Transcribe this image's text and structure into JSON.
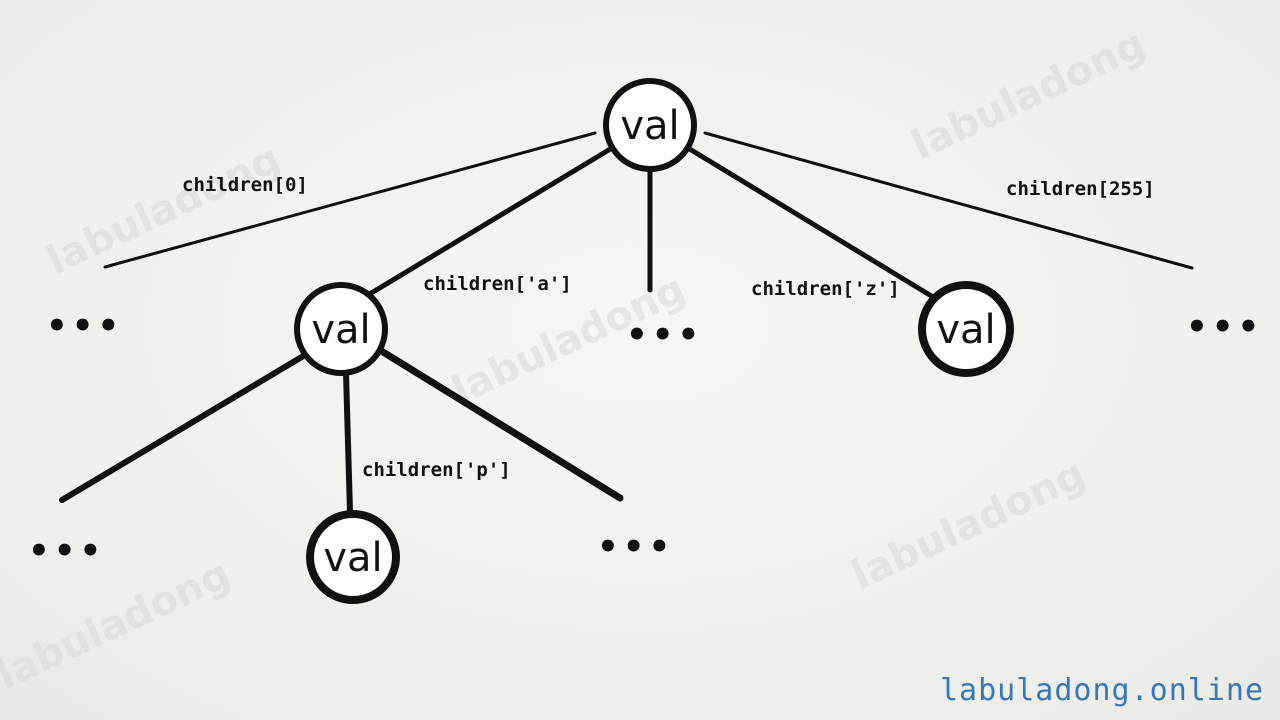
{
  "watermark_text": "labuladong",
  "footer": {
    "brand": "labuladong.online"
  },
  "tree": {
    "node_label": "val",
    "ellipsis": "•••",
    "edges": {
      "root_first": "children[0]",
      "root_a": "children['a']",
      "root_z": "children['z']",
      "root_last": "children[255]",
      "a_p": "children['p']"
    }
  },
  "colors": {
    "ink": "#111111",
    "brand": "#3a78b5"
  }
}
